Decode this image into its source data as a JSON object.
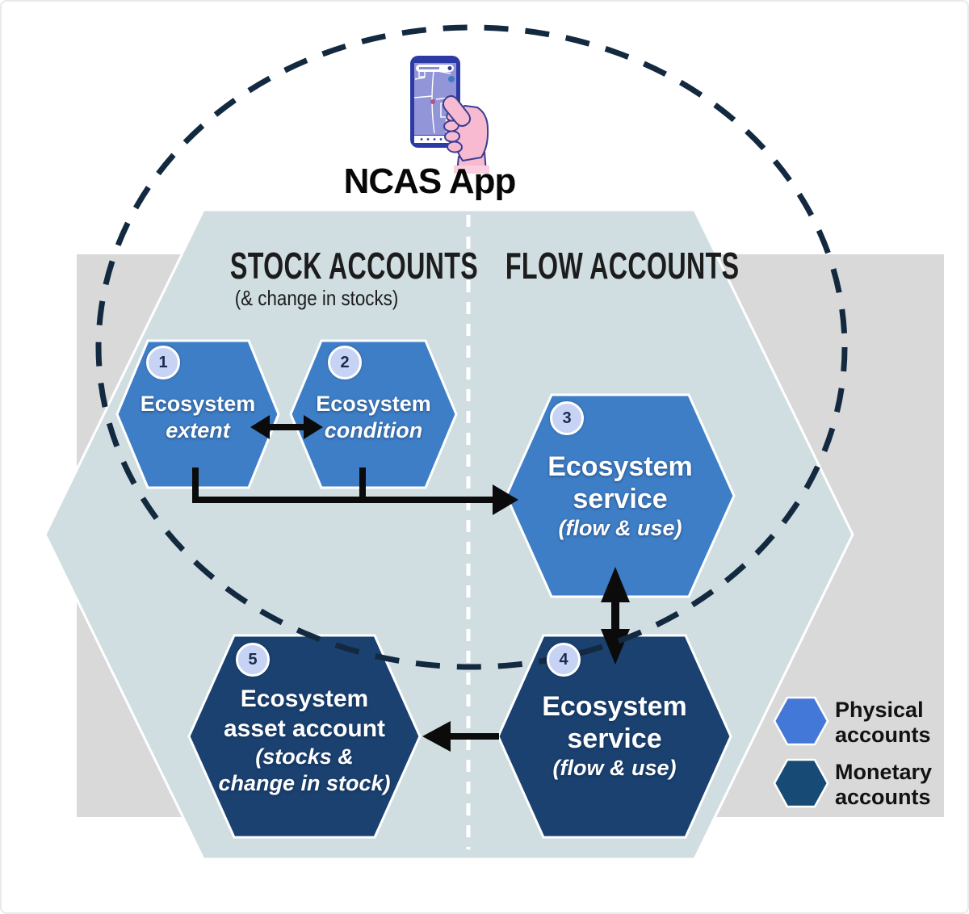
{
  "app": {
    "title_label": "NCAS App",
    "illustration": "hand-holding-phone-with-map"
  },
  "sections": {
    "stock": {
      "title": "STOCK ACCOUNTS",
      "subtitle": "(& change in stocks)"
    },
    "flow": {
      "title": "FLOW ACCOUNTS"
    }
  },
  "hexagons": [
    {
      "badge": "1",
      "line1": "Ecosystem",
      "line2": "extent",
      "type": "physical"
    },
    {
      "badge": "2",
      "line1": "Ecosystem",
      "line2": "condition",
      "type": "physical"
    },
    {
      "badge": "3",
      "line1": "Ecosystem",
      "line2": "service",
      "line3": "(flow & use)",
      "type": "physical"
    },
    {
      "badge": "4",
      "line1": "Ecosystem",
      "line2": "service",
      "line3": "(flow & use)",
      "type": "monetary"
    },
    {
      "badge": "5",
      "line1": "Ecosystem",
      "line2": "asset account",
      "line3": "(stocks &",
      "line4": "change in stock)",
      "type": "monetary"
    }
  ],
  "connections": [
    "ecosystem extent <-> ecosystem condition",
    "extent + condition -> ecosystem service (flow & use)",
    "ecosystem service physical <-> ecosystem service monetary",
    "ecosystem service monetary -> ecosystem asset account"
  ],
  "legend": [
    {
      "swatch": "physical-hexagon",
      "label": "Physical accounts"
    },
    {
      "swatch": "monetary-hexagon",
      "label": "Monetary accounts"
    }
  ],
  "colors": {
    "physical_hex": "#3E7EC6",
    "monetary_hex": "#1A4170",
    "legend_physical": "#4478D8",
    "legend_monetary": "#174A74",
    "big_hexagon": "#D0DEE2",
    "gray_panel": "#D9D9D9",
    "badge_fill": "#C7D3F4",
    "ncas_ellipse_dash": "#13293F",
    "arrow": "#0B0B0B",
    "divider_dash": "#FFFFFF"
  }
}
